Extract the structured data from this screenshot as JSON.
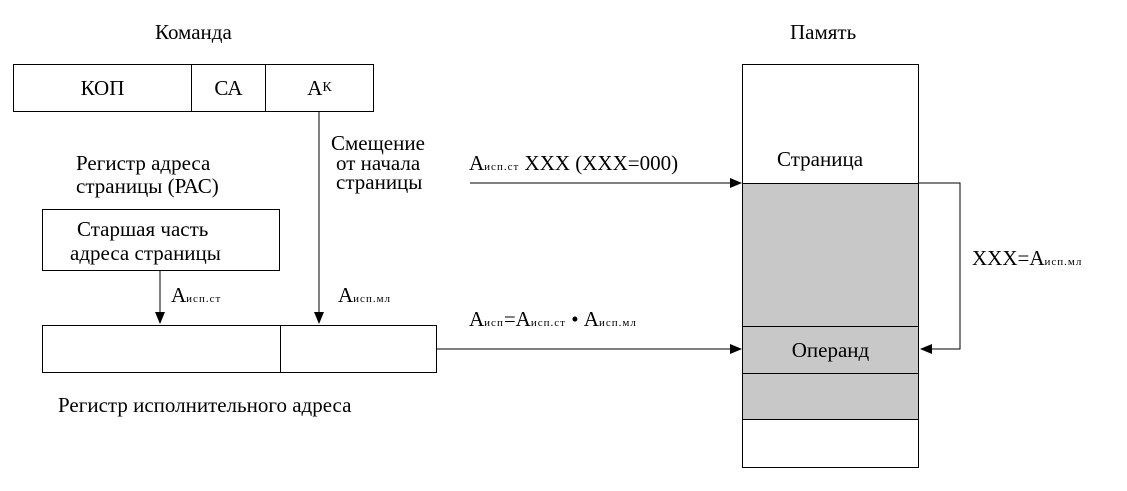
{
  "command": {
    "title": "Команда",
    "fields": {
      "kop": "КОП",
      "sa": "СА",
      "ak": "А",
      "ak_sub": "К"
    }
  },
  "memory": {
    "title": "Память",
    "page_label": "Страница",
    "operand_label": "Операнд",
    "fill_color": "#c8c8c8"
  },
  "page_register": {
    "title_line1": "Регистр адреса",
    "title_line2": "страницы (РАС)",
    "content_line1": "Старшая часть",
    "content_line2": "адреса страницы"
  },
  "offset_label": {
    "line1": "Смещение",
    "line2": "от начала",
    "line3": "страницы"
  },
  "labels": {
    "a_isp_st": {
      "main": "А",
      "sub": "исп.ст"
    },
    "a_isp_ml": {
      "main": "А",
      "sub": "исп.мл"
    },
    "page_address": {
      "main": "А",
      "sub": "исп.ст",
      "rest": " XXX (XXX=000)"
    },
    "formula": {
      "main": "А",
      "sub": "исп",
      "eq": "=А",
      "sub2": "исп.ст",
      "dot": " • А",
      "sub3": "исп.мл"
    },
    "xxx": {
      "main": "XXX=А",
      "sub": "исп.мл"
    }
  },
  "exec_register": {
    "title": "Регистр исполнительного адреса"
  }
}
